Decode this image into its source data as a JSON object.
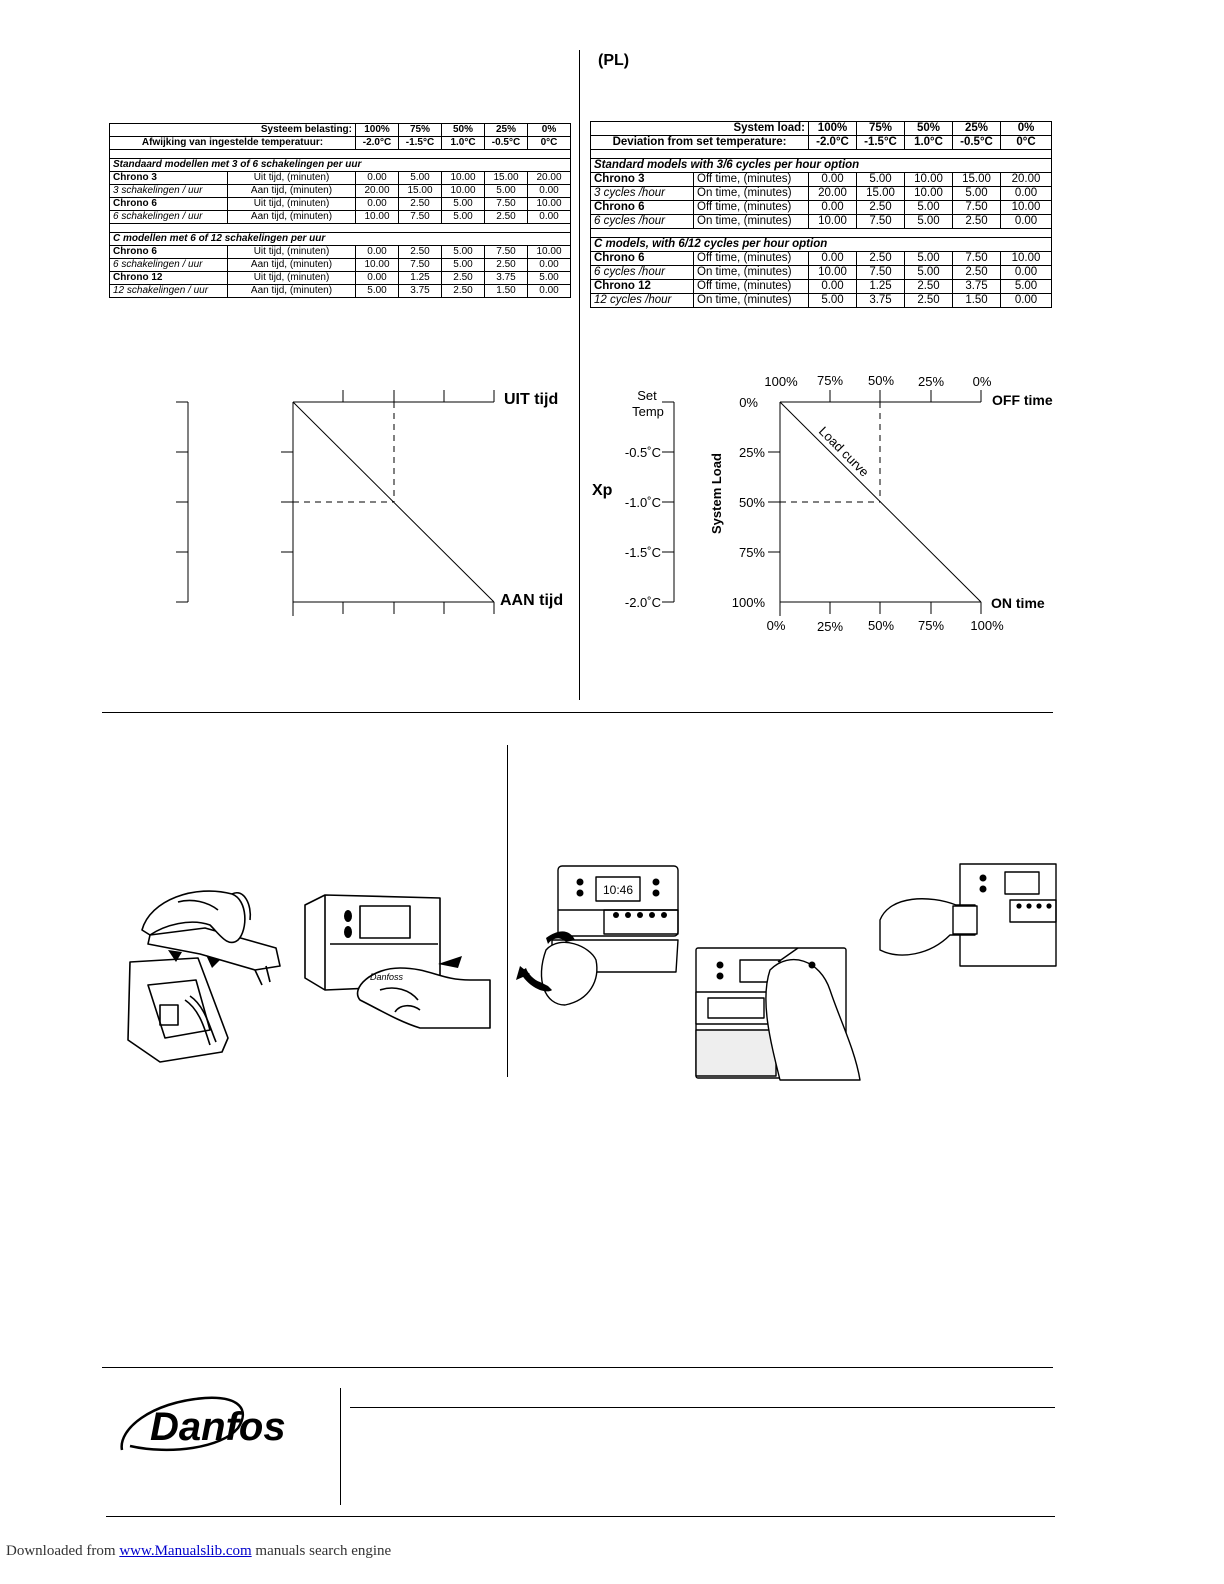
{
  "right_header": "(PL)",
  "nl_table": {
    "header_row1_label": "Systeem belasting:",
    "header_row2_label": "Afwijking van ingestelde temperatuur:",
    "load_cols": [
      "100%",
      "75%",
      "50%",
      "25%",
      "0%"
    ],
    "temp_cols": [
      "-2.0°C",
      "-1.5°C",
      "1.0°C",
      "-0.5°C",
      "0°C"
    ],
    "section1_title": "Standaard modellen met 3 of 6 schakelingen per uur",
    "section1_rows": [
      {
        "model": "Chrono 3",
        "desc": "Uit tijd, (minuten)",
        "values": [
          "0.00",
          "5.00",
          "10.00",
          "15.00",
          "20.00"
        ]
      },
      {
        "model": "3 schakelingen / uur",
        "desc": "Aan tijd, (minuten)",
        "values": [
          "20.00",
          "15.00",
          "10.00",
          "5.00",
          "0.00"
        ]
      },
      {
        "model": "Chrono 6",
        "desc": "Uit tijd, (minuten)",
        "values": [
          "0.00",
          "2.50",
          "5.00",
          "7.50",
          "10.00"
        ]
      },
      {
        "model": "6 schakelingen / uur",
        "desc": "Aan tijd, (minuten)",
        "values": [
          "10.00",
          "7.50",
          "5.00",
          "2.50",
          "0.00"
        ]
      }
    ],
    "section2_title": "C modellen met 6 of 12 schakelingen per uur",
    "section2_rows": [
      {
        "model": "Chrono 6",
        "desc": "Uit tijd, (minuten)",
        "values": [
          "0.00",
          "2.50",
          "5.00",
          "7.50",
          "10.00"
        ]
      },
      {
        "model": "6 schakelingen / uur",
        "desc": "Aan tijd, (minuten)",
        "values": [
          "10.00",
          "7.50",
          "5.00",
          "2.50",
          "0.00"
        ]
      },
      {
        "model": "Chrono 12",
        "desc": "Uit tijd, (minuten)",
        "values": [
          "0.00",
          "1.25",
          "2.50",
          "3.75",
          "5.00"
        ]
      },
      {
        "model": "12 schakelingen / uur",
        "desc": "Aan tijd, (minuten)",
        "values": [
          "5.00",
          "3.75",
          "2.50",
          "1.50",
          "0.00"
        ]
      }
    ]
  },
  "en_table": {
    "header_row1_label": "System load:",
    "header_row2_label": "Deviation from set temperature:",
    "load_cols": [
      "100%",
      "75%",
      "50%",
      "25%",
      "0%"
    ],
    "temp_cols": [
      "-2.0°C",
      "-1.5°C",
      "1.0°C",
      "-0.5°C",
      "0°C"
    ],
    "section1_title": "Standard models with 3/6 cycles per hour option",
    "section1_rows": [
      {
        "model": "Chrono 3",
        "desc": "Off time, (minutes)",
        "values": [
          "0.00",
          "5.00",
          "10.00",
          "15.00",
          "20.00"
        ]
      },
      {
        "model": "3 cycles /hour",
        "desc": "On time, (minutes)",
        "values": [
          "20.00",
          "15.00",
          "10.00",
          "5.00",
          "0.00"
        ]
      },
      {
        "model": "Chrono 6",
        "desc": "Off time, (minutes)",
        "values": [
          "0.00",
          "2.50",
          "5.00",
          "7.50",
          "10.00"
        ]
      },
      {
        "model": "6 cycles /hour",
        "desc": "On time, (minutes)",
        "values": [
          "10.00",
          "7.50",
          "5.00",
          "2.50",
          "0.00"
        ]
      }
    ],
    "section2_title": "C models, with 6/12 cycles per hour option",
    "section2_rows": [
      {
        "model": "Chrono 6",
        "desc": "Off time, (minutes)",
        "values": [
          "0.00",
          "2.50",
          "5.00",
          "7.50",
          "10.00"
        ]
      },
      {
        "model": "6 cycles /hour",
        "desc": "On time, (minutes)",
        "values": [
          "10.00",
          "7.50",
          "5.00",
          "2.50",
          "0.00"
        ]
      },
      {
        "model": "Chrono 12",
        "desc": "Off time, (minutes)",
        "values": [
          "0.00",
          "1.25",
          "2.50",
          "3.75",
          "5.00"
        ]
      },
      {
        "model": "12 cycles /hour",
        "desc": "On time, (minutes)",
        "values": [
          "5.00",
          "3.75",
          "2.50",
          "1.50",
          "0.00"
        ]
      }
    ]
  },
  "nl_diagram": {
    "off_label": "UIT tijd",
    "on_label": "AAN tijd"
  },
  "en_diagram": {
    "top_labels": [
      "100%",
      "75%",
      "50%",
      "25%",
      "0%"
    ],
    "bottom_labels": [
      "0%",
      "25%",
      "50%",
      "75%",
      "100%"
    ],
    "load_labels": [
      "0%",
      "25%",
      "50%",
      "75%",
      "100%"
    ],
    "temp_labels": [
      "-0.5˚C",
      "-1.0˚C",
      "-1.5˚C",
      "-2.0˚C"
    ],
    "set_temp_line1": "Set",
    "set_temp_line2": "Temp",
    "xp_label": "Xp",
    "system_load_label": "System Load",
    "curve_label": "Load curve",
    "off_label": "OFF time",
    "on_label": "ON time"
  },
  "illustrations": {
    "display_time": "10:46",
    "brand": "Danfoss"
  },
  "logo_text": "Danfoss",
  "footer": {
    "prefix": "Downloaded from",
    "link": "www.Manualslib.com",
    "suffix": "manuals search engine"
  }
}
